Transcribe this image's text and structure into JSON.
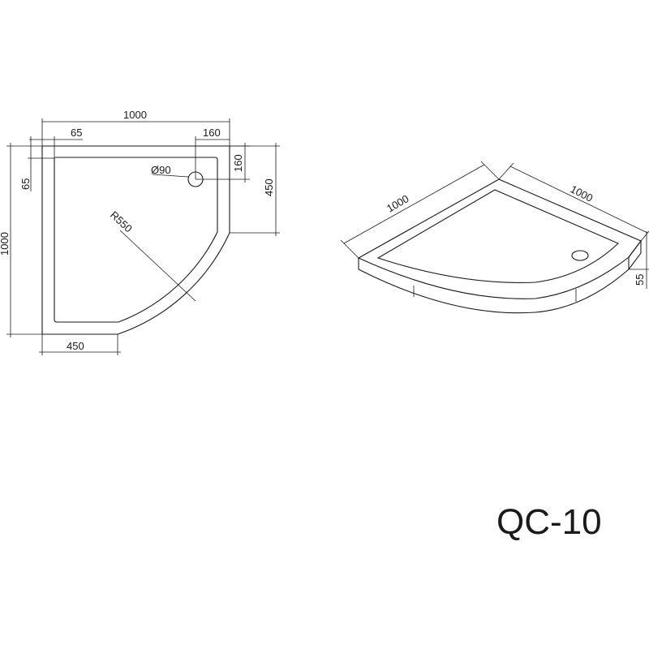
{
  "plan_view": {
    "overall_width": "1000",
    "overall_height": "1000",
    "rim_top": "65",
    "rim_left": "65",
    "drain_offset_x": "160",
    "drain_offset_y": "160",
    "drain_diameter": "Ø90",
    "straight_side_right": "450",
    "straight_side_bottom": "450",
    "radius": "R550"
  },
  "iso_view": {
    "side_a": "1000",
    "side_b": "1000",
    "height": "55"
  },
  "model_code": "QC-10"
}
